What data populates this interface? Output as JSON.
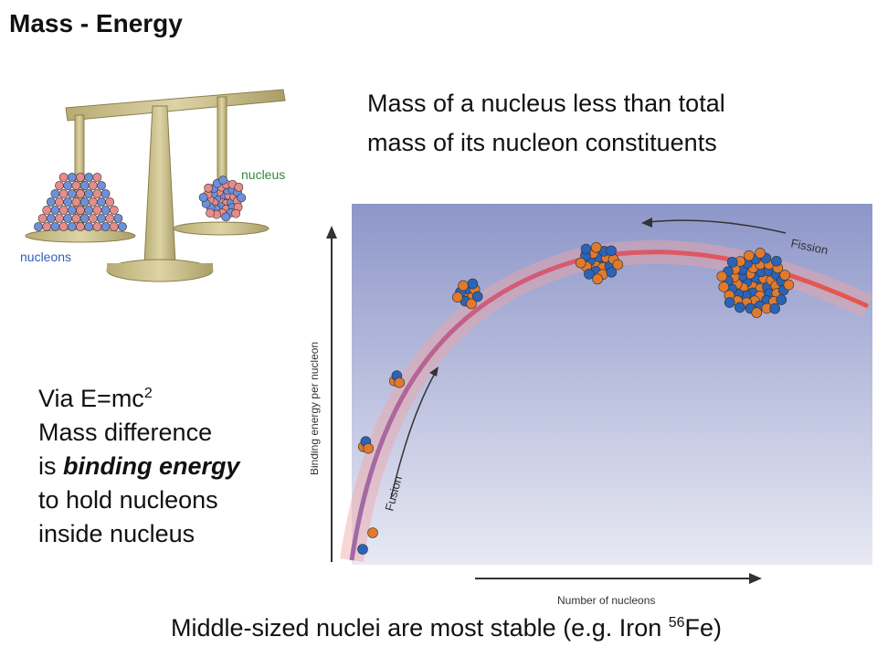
{
  "slide": {
    "title": "Mass - Energy",
    "top_note": [
      "Mass of a nucleus less than total",
      "mass of its nucleon constituents"
    ],
    "side_note": {
      "line1_prefix": "Via E=mc",
      "line1_sup": "2",
      "line2": "Mass difference",
      "line3_prefix": "is ",
      "line3_emphasis": "binding energy",
      "line4": "to hold nucleons",
      "line5": "inside nucleus"
    },
    "caption": {
      "prefix": "Middle-sized nuclei are most stable (e.g. Iron ",
      "sup": "56",
      "suffix": "Fe)"
    }
  },
  "scale_figure": {
    "label_nucleus": "nucleus",
    "label_nucleons": "nucleons",
    "colors": {
      "nucleus_label": "#2e8b3a",
      "nucleons_label": "#2f5fb7",
      "scale_body": "#cfc391"
    }
  },
  "graph": {
    "y_axis_label": "Binding energy per nucleon",
    "x_axis_label": "Number of nucleons",
    "fusion_label": "Fusion",
    "fission_label": "Fission",
    "colors": {
      "proton": "#e07a2f",
      "neutron": "#2a63b8",
      "curve": "#e05050"
    }
  }
}
